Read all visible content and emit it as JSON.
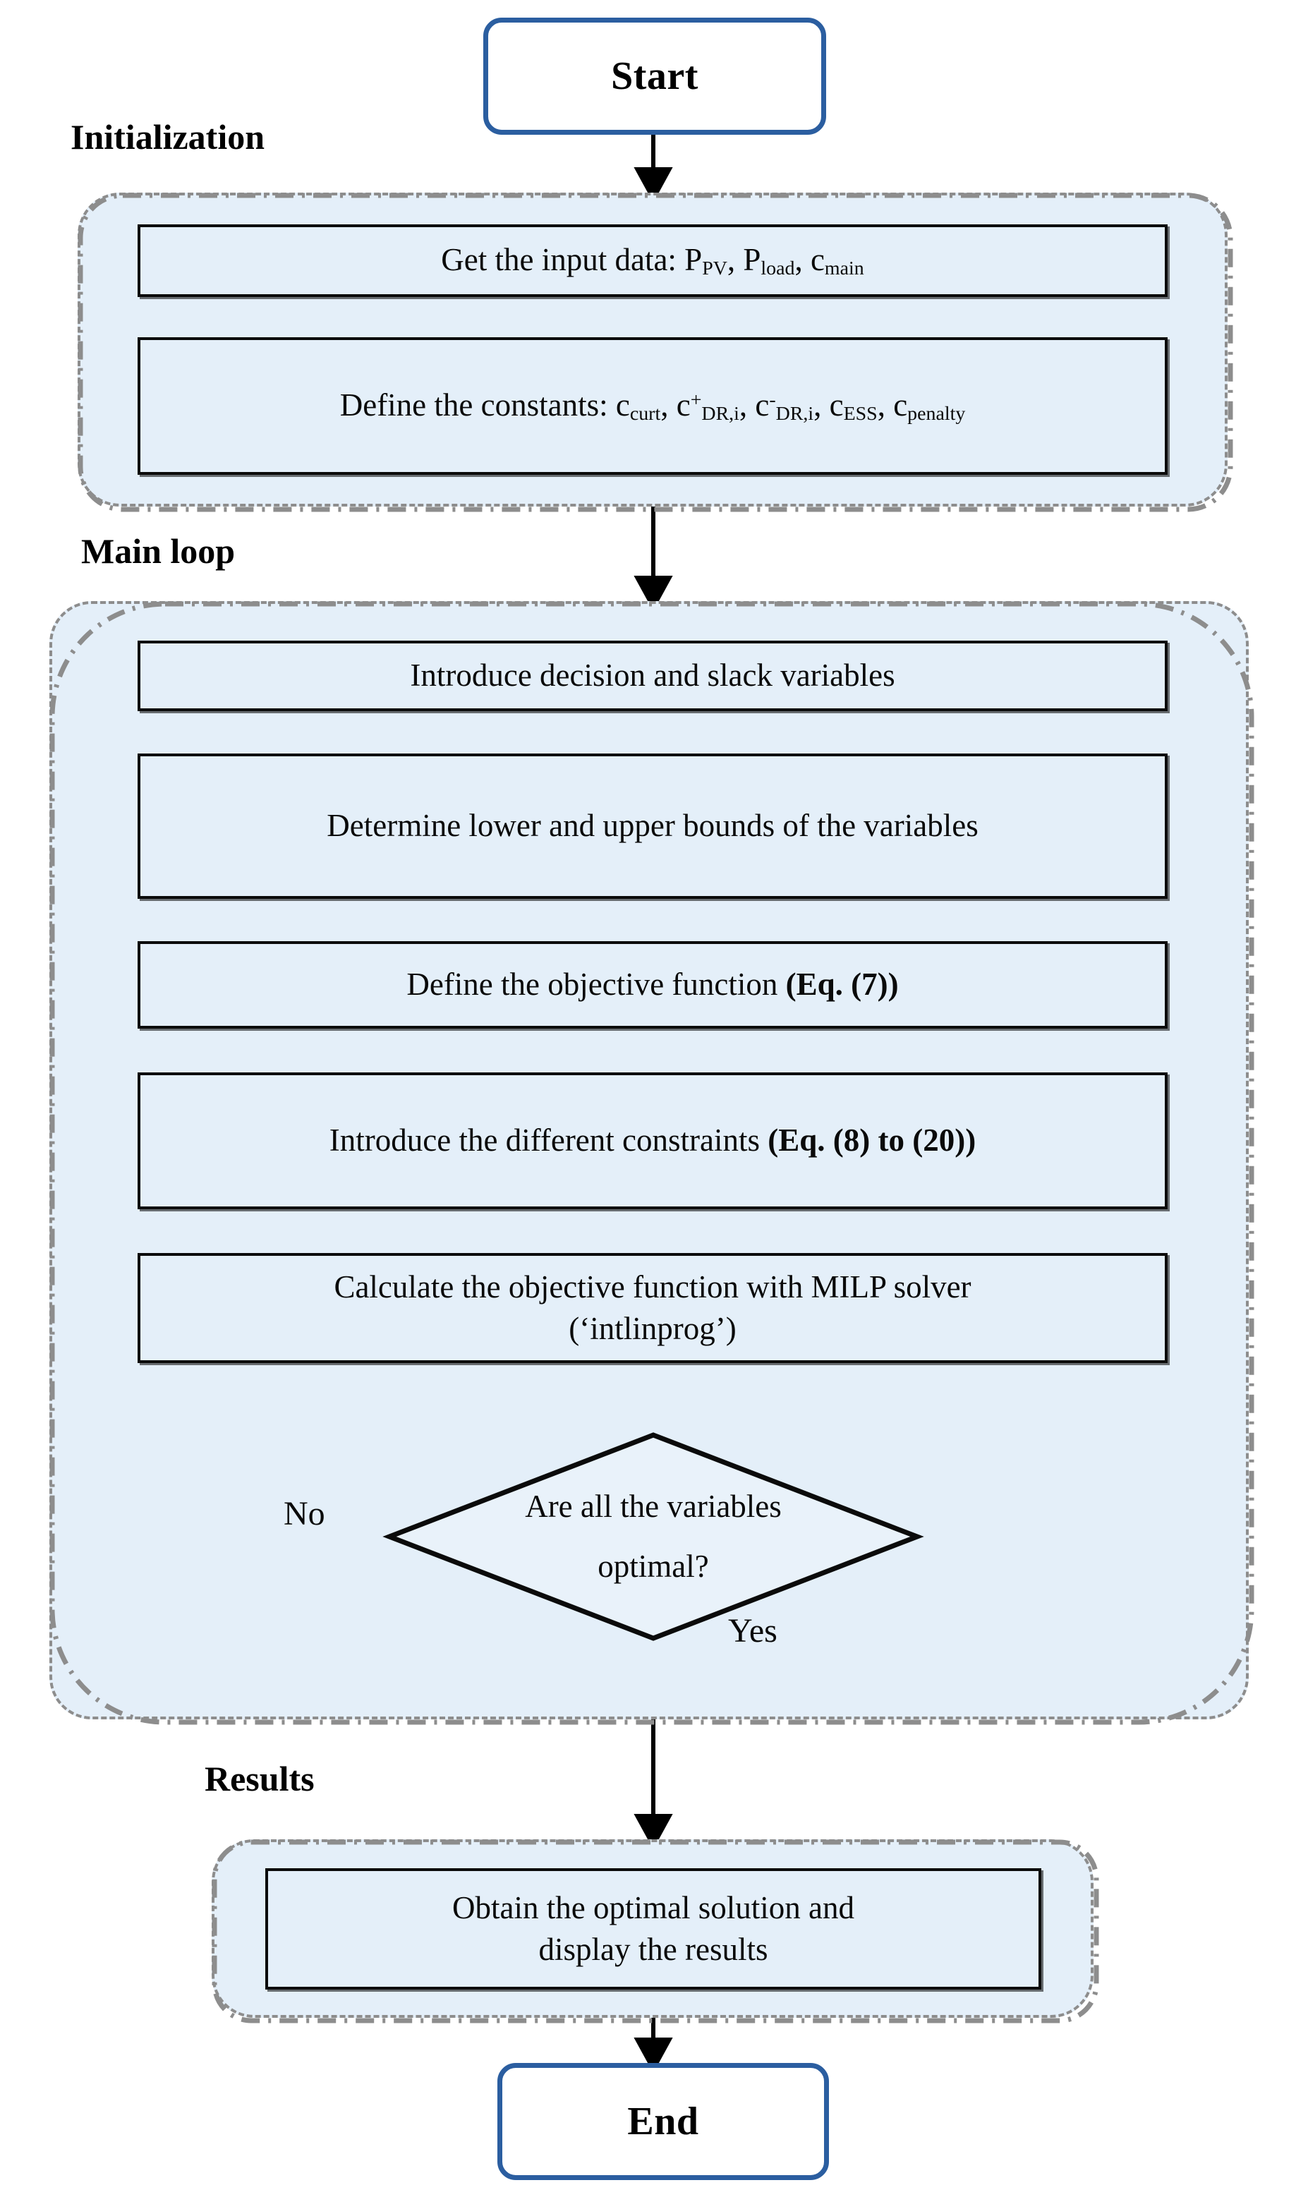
{
  "diagram": {
    "title_role": "flowchart",
    "colors": {
      "terminator_border": "#2B5EA0",
      "group_fill": "#E4EFF9",
      "group_border": "#8D8D8D",
      "box_border": "#0B0B0B",
      "box_fill": "#E4EFF9",
      "connector": "#000000"
    },
    "start": {
      "label": "Start"
    },
    "end": {
      "label": "End"
    },
    "groups": [
      {
        "id": "initialization",
        "label": "Initialization"
      },
      {
        "id": "main_loop",
        "label": "Main loop"
      },
      {
        "id": "results",
        "label": "Results"
      }
    ],
    "initialization": {
      "label": "Initialization",
      "steps": [
        {
          "id": "get-input-data",
          "text": "Get the input data: P PV , P load , c main",
          "html": "Get the input data: P<sub>PV</sub>, P<sub>load</sub>, c<sub>main</sub>"
        },
        {
          "id": "define-constants",
          "text": "Define the constants: c curt , c+ DR,i , c- DR,i , c ESS , c penalty",
          "html": "Define the constants: c<sub>curt</sub>, c<sup>+</sup><sub>DR,i</sub>, c<sup>-</sup><sub>DR,i</sub>, c<sub>ESS</sub>, c<sub>penalty</sub>"
        }
      ]
    },
    "main_loop": {
      "label": "Main loop",
      "steps": [
        {
          "id": "introduce-variables",
          "text": "Introduce decision and slack variables",
          "html": "Introduce decision and slack variables"
        },
        {
          "id": "determine-bounds",
          "text": "Determine lower and upper bounds of the variables",
          "html": "Determine lower and upper bounds of the variables"
        },
        {
          "id": "define-objective",
          "text": "Define the objective function (Eq. (7))",
          "html": "Define the objective function <b>(Eq. (7))</b>"
        },
        {
          "id": "introduce-constraints",
          "text": "Introduce the different constraints (Eq. (8) to (20))",
          "html": "Introduce the different constraints <b>(Eq. (8) to (20))</b>"
        },
        {
          "id": "calculate-objective-milp",
          "text": "Calculate the objective function with MILP solver ('intlinprog')",
          "html": "Calculate the objective function with MILP solver<br>(&lsquo;intlinprog&rsquo;)"
        }
      ],
      "decision": {
        "id": "variables-optimal",
        "line1": "Are all the variables",
        "line2": "optimal?",
        "branch_no": "No",
        "branch_yes": "Yes"
      }
    },
    "results": {
      "label": "Results",
      "steps": [
        {
          "id": "obtain-optimal-solution",
          "text": "Obtain the optimal solution and display the results",
          "html": "Obtain the optimal solution and<br>display the results"
        }
      ]
    }
  }
}
